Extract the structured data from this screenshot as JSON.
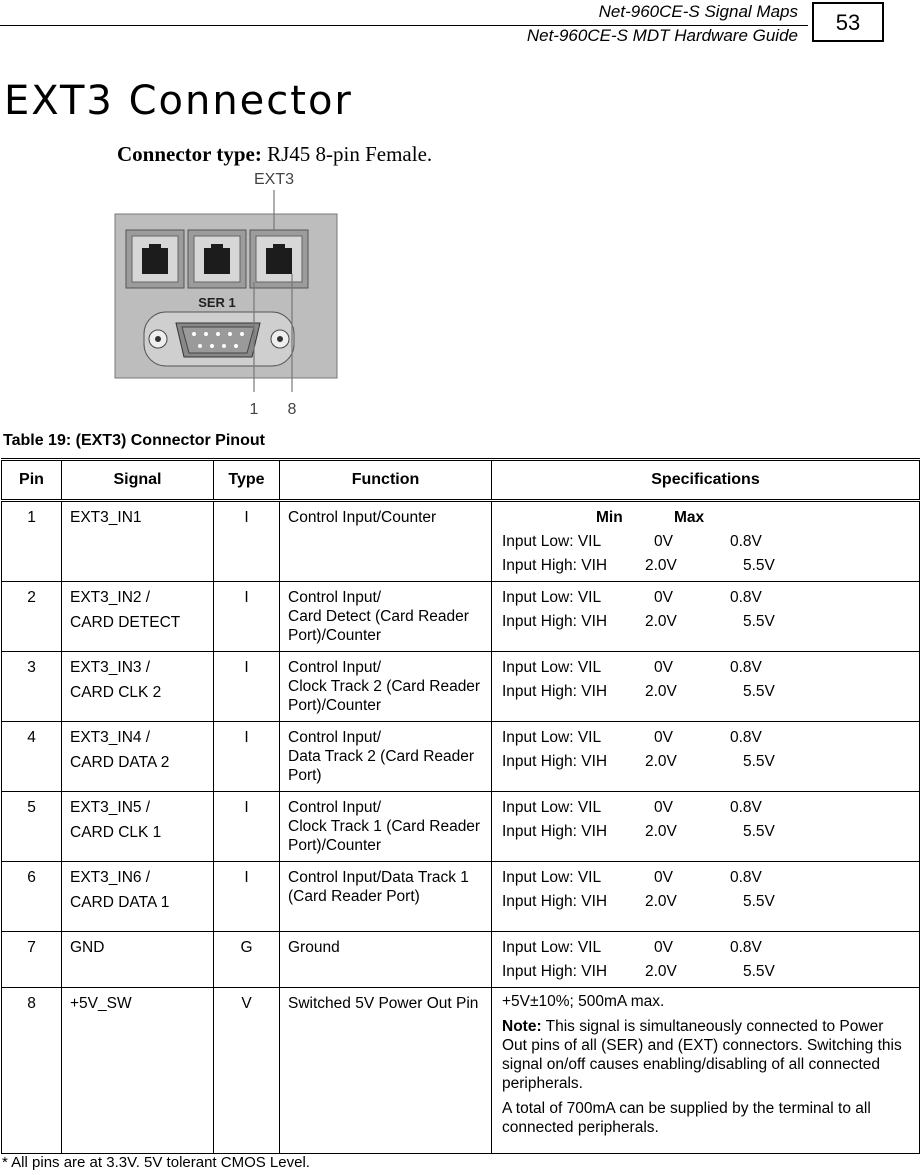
{
  "header": {
    "line1": "Net-960CE-S Signal Maps",
    "line2": "Net-960CE-S MDT Hardware Guide",
    "page_number": "53"
  },
  "title": "EXT3 Connector",
  "connector_type": {
    "label": "Connector type:",
    "value": " RJ45 8-pin Female."
  },
  "figure": {
    "callout_top": "EXT3",
    "port_label": "SER 1",
    "pin_1": "1",
    "pin_8": "8"
  },
  "table_caption": "Table 19: (EXT3) Connector Pinout",
  "columns": [
    "Pin",
    "Signal",
    "Type",
    "Function",
    "Specifications"
  ],
  "spec_header": {
    "min": "Min",
    "max": "Max"
  },
  "spec_labels": {
    "low": "Input Low: VIL",
    "high": "Input High: VIH"
  },
  "spec_values": {
    "low_min": "0V",
    "low_max": "0.8V",
    "high_min": "2.0V",
    "high_max": "5.5V"
  },
  "rows": [
    {
      "pin": "1",
      "signal": [
        "EXT3_IN1"
      ],
      "type": "I",
      "function": "Control Input/Counter"
    },
    {
      "pin": "2",
      "signal": [
        "EXT3_IN2 /",
        "CARD DETECT"
      ],
      "type": "I",
      "function": "Control Input/\nCard Detect (Card Reader Port)/Counter"
    },
    {
      "pin": "3",
      "signal": [
        "EXT3_IN3 /",
        "CARD CLK 2"
      ],
      "type": "I",
      "function": "Control Input/\nClock Track 2 (Card Reader Port)/Counter"
    },
    {
      "pin": "4",
      "signal": [
        "EXT3_IN4 /",
        "CARD DATA 2"
      ],
      "type": "I",
      "function": "Control Input/\nData Track 2 (Card Reader Port)"
    },
    {
      "pin": "5",
      "signal": [
        "EXT3_IN5 /",
        "CARD CLK 1"
      ],
      "type": "I",
      "function": "Control Input/\nClock Track 1 (Card Reader Port)/Counter"
    },
    {
      "pin": "6",
      "signal": [
        "EXT3_IN6 /",
        "CARD DATA 1"
      ],
      "type": "I",
      "function": "Control Input/Data Track 1 (Card Reader Port)"
    },
    {
      "pin": "7",
      "signal": [
        "GND"
      ],
      "type": "G",
      "function": "Ground"
    },
    {
      "pin": "8",
      "signal": [
        "+5V_SW"
      ],
      "type": "V",
      "function": "Switched 5V Power Out Pin"
    }
  ],
  "row8_spec": {
    "line1": "+5V±10%; 500mA max.",
    "note_label": "Note:",
    "note_text": " This signal is simultaneously connected to Power Out pins of all (SER) and (EXT) connectors. Switching this signal on/off causes enabling/disabling of all connected peripherals.",
    "total": "A total of 700mA can be supplied by the terminal to all connected peripherals."
  },
  "footnote": "* All pins are at 3.3V. 5V tolerant CMOS Level."
}
